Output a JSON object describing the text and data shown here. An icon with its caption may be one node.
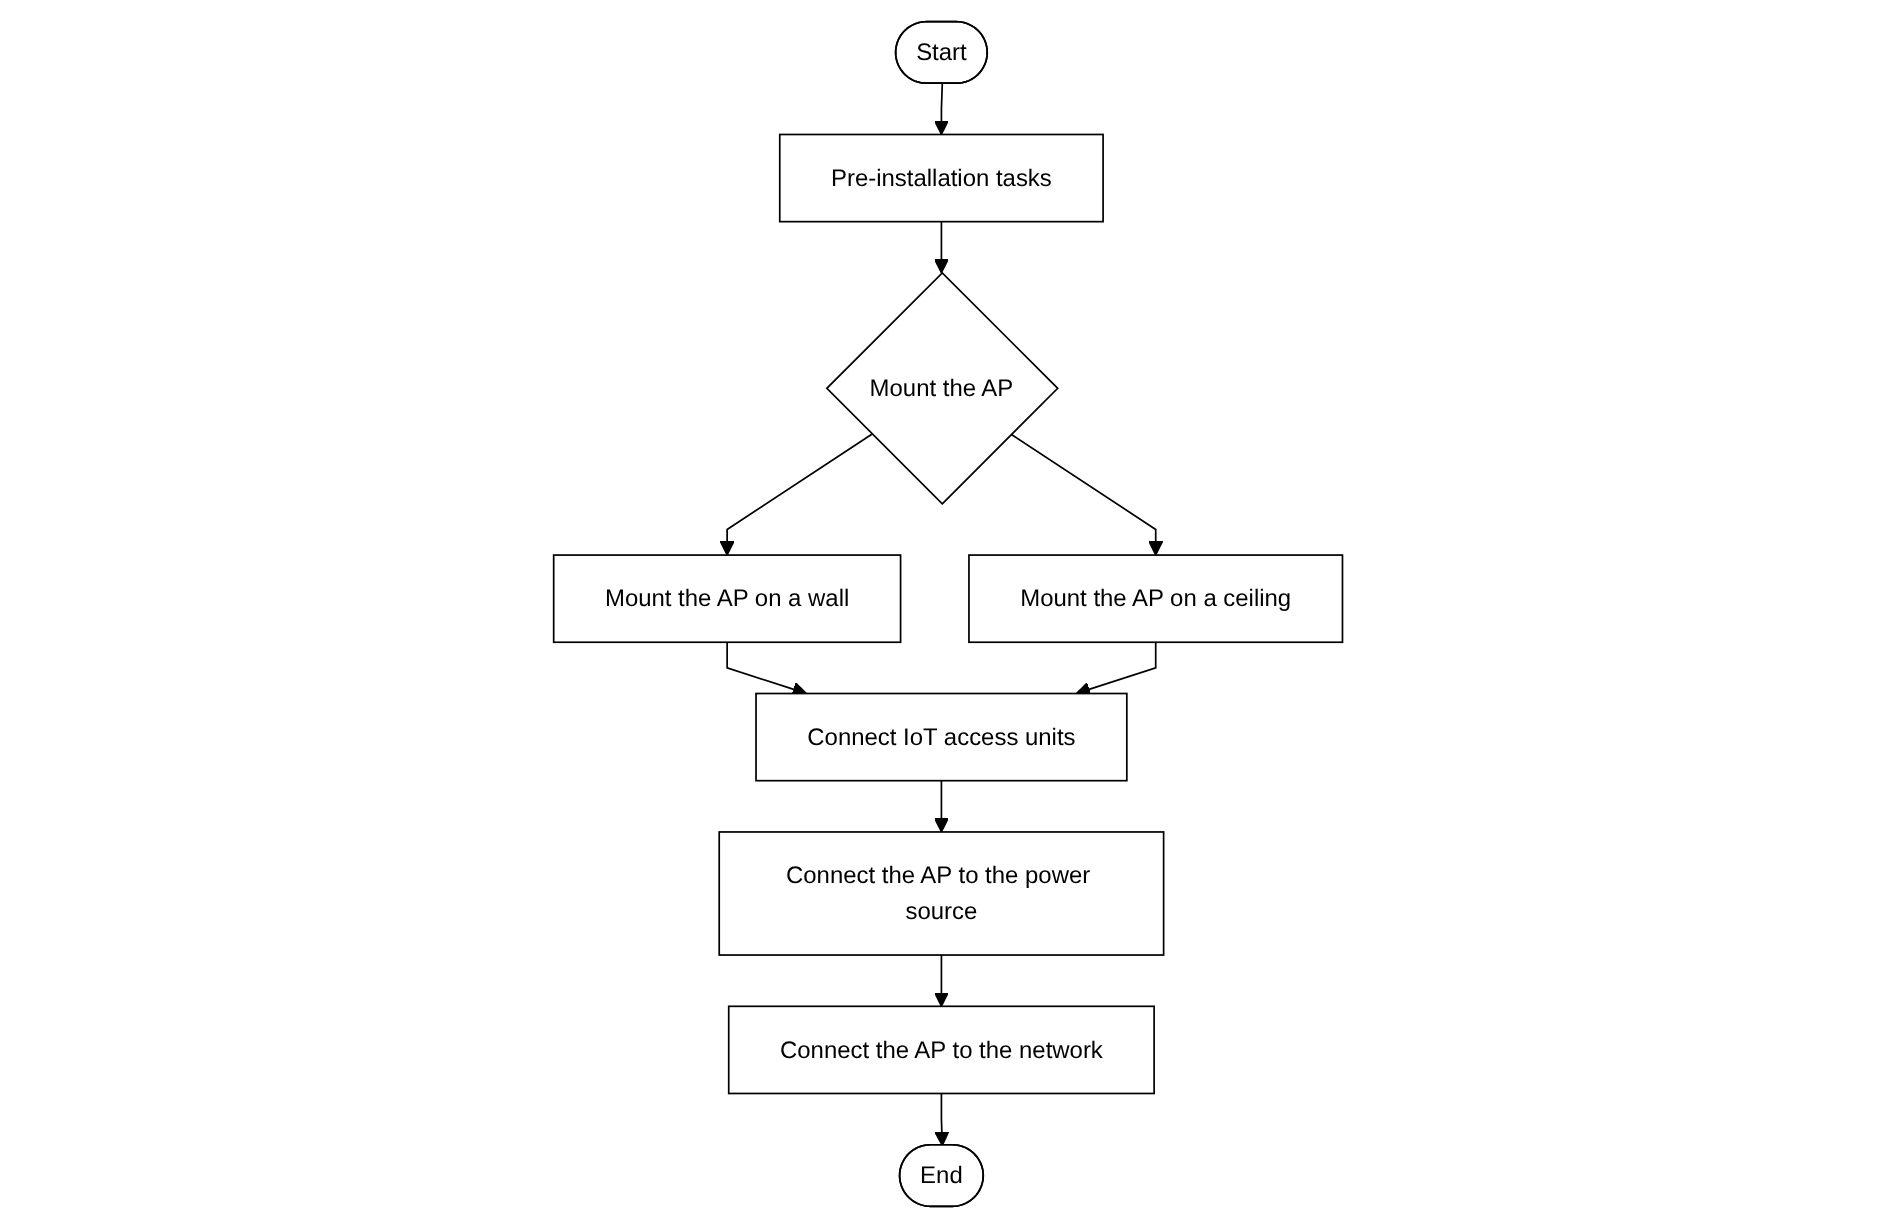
{
  "diagram": {
    "nodes": [
      {
        "text": [
          "Start"
        ]
      },
      {
        "text": [
          "Pre-installation tasks"
        ]
      },
      {
        "text": [
          "Mount the AP"
        ]
      },
      {
        "text": [
          "Mount the AP on a wall"
        ]
      },
      {
        "text": [
          "Mount the AP on a ceiling"
        ]
      },
      {
        "text": [
          "Connect IoT access units"
        ]
      },
      {
        "text": [
          "Connect the AP to the power source"
        ]
      },
      {
        "text": [
          "Connect the AP to the network"
        ]
      },
      {
        "text": [
          "End"
        ]
      }
    ],
    "edges": [
      {
        "from": 0,
        "to": 1,
        "arrow": "to"
      },
      {
        "from": 1,
        "to": 2,
        "arrow": "to"
      },
      {
        "from": 2,
        "to": 3,
        "arrow": "to"
      },
      {
        "from": 2,
        "to": 4,
        "arrow": "to"
      },
      {
        "from": 3,
        "to": 5,
        "arrow": "to"
      },
      {
        "from": 4,
        "to": 5,
        "arrow": "to"
      },
      {
        "from": 5,
        "to": 6,
        "arrow": "to"
      },
      {
        "from": 6,
        "to": 7,
        "arrow": "to"
      },
      {
        "from": 7,
        "to": 8,
        "arrow": "to"
      }
    ]
  }
}
